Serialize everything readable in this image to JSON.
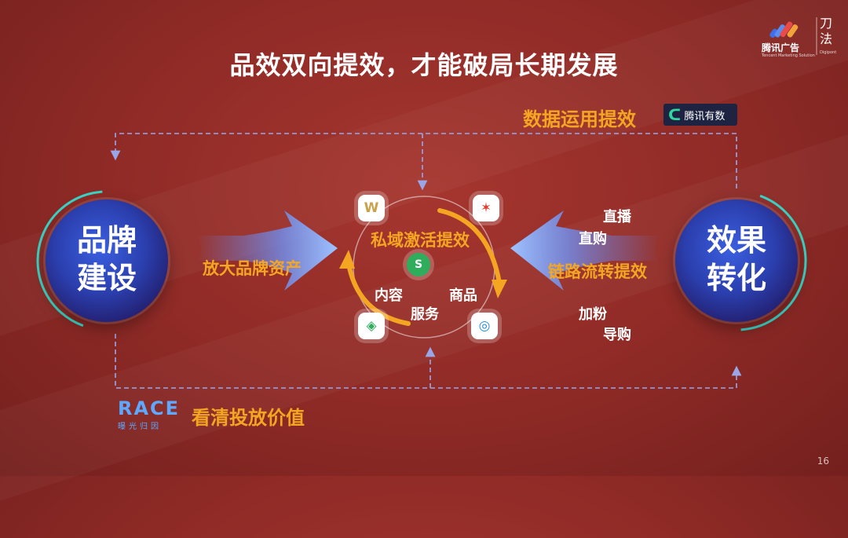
{
  "title": "品效双向提效，才能破局长期发展",
  "top_label": "数据运用提效",
  "top_badge": "腾讯有数",
  "bottom_label": "看清投放价值",
  "race_logo": {
    "word": "RACE",
    "sub": "曝光归因"
  },
  "left_circle": {
    "line1": "品牌",
    "line2": "建设"
  },
  "right_circle": {
    "line1": "效果",
    "line2": "转化"
  },
  "left_arrow_label": "放大品牌资产",
  "right_arrow_label": "链路流转提效",
  "center": {
    "title": "私域激活提效",
    "items": [
      "内容",
      "商品",
      "服务"
    ]
  },
  "right_tags": [
    "直播",
    "直购",
    "加粉",
    "导购"
  ],
  "apps": [
    {
      "name": "weixin-work-icon",
      "glyph": "W",
      "color": "#c9a34a"
    },
    {
      "name": "app-red-icon",
      "glyph": "✶",
      "color": "#e23b2e"
    },
    {
      "name": "mini-program-icon",
      "glyph": "S",
      "color": "#fff"
    },
    {
      "name": "app-green-icon",
      "glyph": "◈",
      "color": "#2eae5c"
    },
    {
      "name": "app-blue-icon",
      "glyph": "◎",
      "color": "#2a8fd6"
    }
  ],
  "brand_logo": {
    "name": "腾讯广告",
    "tagline": "Tencent Marketing Solution",
    "word": "刀法",
    "sub": "Digipont"
  },
  "page_number": "16",
  "colors": {
    "accent": "#f4a623",
    "background": "#8e2a26",
    "circle": "#2b3fae",
    "dashed": "#9aa6e6"
  }
}
